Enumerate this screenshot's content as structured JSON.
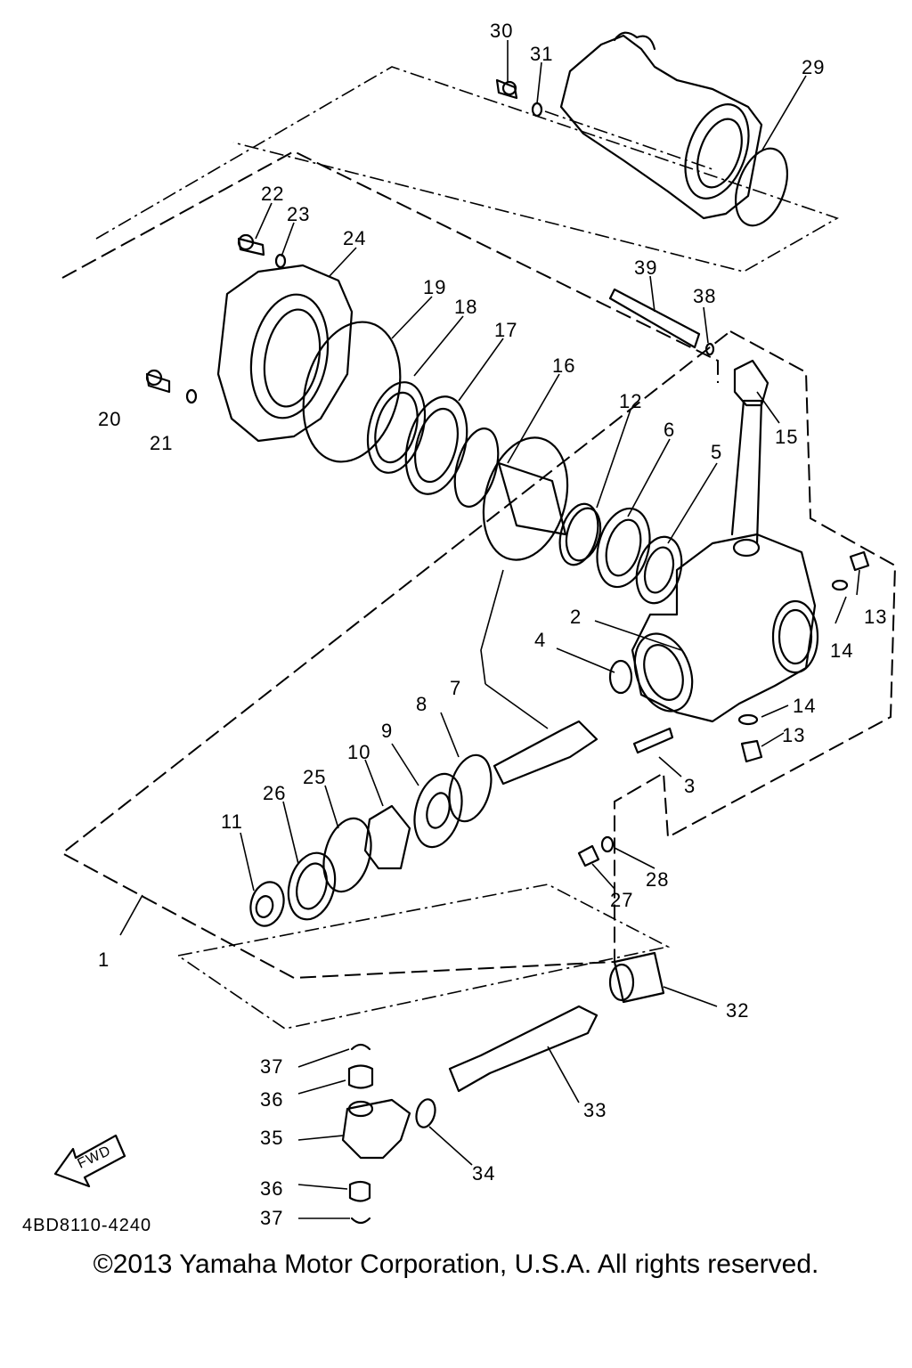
{
  "diagram_code": "4BD8110-4240",
  "copyright": "©2013 Yamaha Motor Corporation, U.S.A. All rights reserved.",
  "fwd_label": "FWD",
  "callouts": [
    "1",
    "2",
    "3",
    "4",
    "5",
    "6",
    "7",
    "8",
    "9",
    "10",
    "11",
    "12",
    "13",
    "13",
    "14",
    "14",
    "15",
    "16",
    "17",
    "18",
    "19",
    "20",
    "21",
    "22",
    "23",
    "24",
    "25",
    "26",
    "27",
    "28",
    "29",
    "30",
    "31",
    "32",
    "33",
    "34",
    "35",
    "36",
    "36",
    "37",
    "37",
    "38",
    "39"
  ]
}
